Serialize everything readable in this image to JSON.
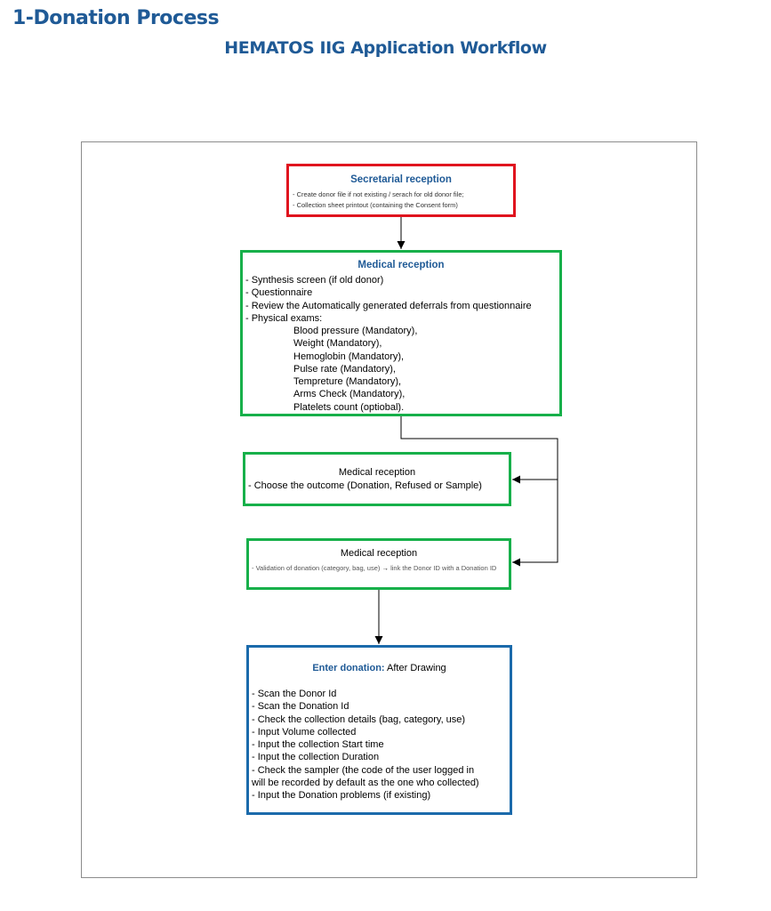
{
  "page": {
    "heading": "1-Donation Process",
    "subheading": "HEMATOS IIG Application Workflow"
  },
  "colors": {
    "heading": "#1f5a96",
    "secretarial_border": "#e0141e",
    "medical_border": "#17b04a",
    "enter_border": "#1b6aab"
  },
  "workflow": {
    "secretarial": {
      "title": "Secretarial reception",
      "items": [
        "- Create donor file if not existing / serach for old donor file;",
        "- Collection sheet printout (containing the Consent form)"
      ]
    },
    "medical_reception_1": {
      "title": "Medical reception",
      "items": [
        "- Synthesis screen (if old donor)",
        "- Questionnaire",
        "- Review the Automatically generated deferrals from questionnaire",
        "- Physical exams:"
      ],
      "exams": [
        "Blood pressure (Mandatory),",
        "Weight (Mandatory),",
        "Hemoglobin (Mandatory),",
        "Pulse rate (Mandatory),",
        "Tempreture (Mandatory),",
        "Arms Check (Mandatory),",
        "Platelets count (optiobal)."
      ]
    },
    "medical_reception_2": {
      "title": "Medical reception",
      "description": "- Choose the outcome (Donation, Refused or Sample)"
    },
    "medical_reception_3": {
      "title": "Medical reception",
      "description_before": "- Validation of donation (category, bag, use)",
      "arrow": "→",
      "description_after": "link the Donor ID with a Donation ID"
    },
    "enter_donation": {
      "title_bold": "Enter donation:",
      "title_rest": " After Drawing",
      "items": [
        "- Scan the Donor Id",
        "- Scan the Donation Id",
        "- Check the collection details (bag, category, use)",
        "- Input Volume collected",
        "- Input the collection Start time",
        "- Input the collection Duration",
        "- Check the sampler (the code of the user logged in",
        "will be recorded by default as the one who collected)",
        "- Input the Donation problems (if existing)"
      ]
    }
  }
}
